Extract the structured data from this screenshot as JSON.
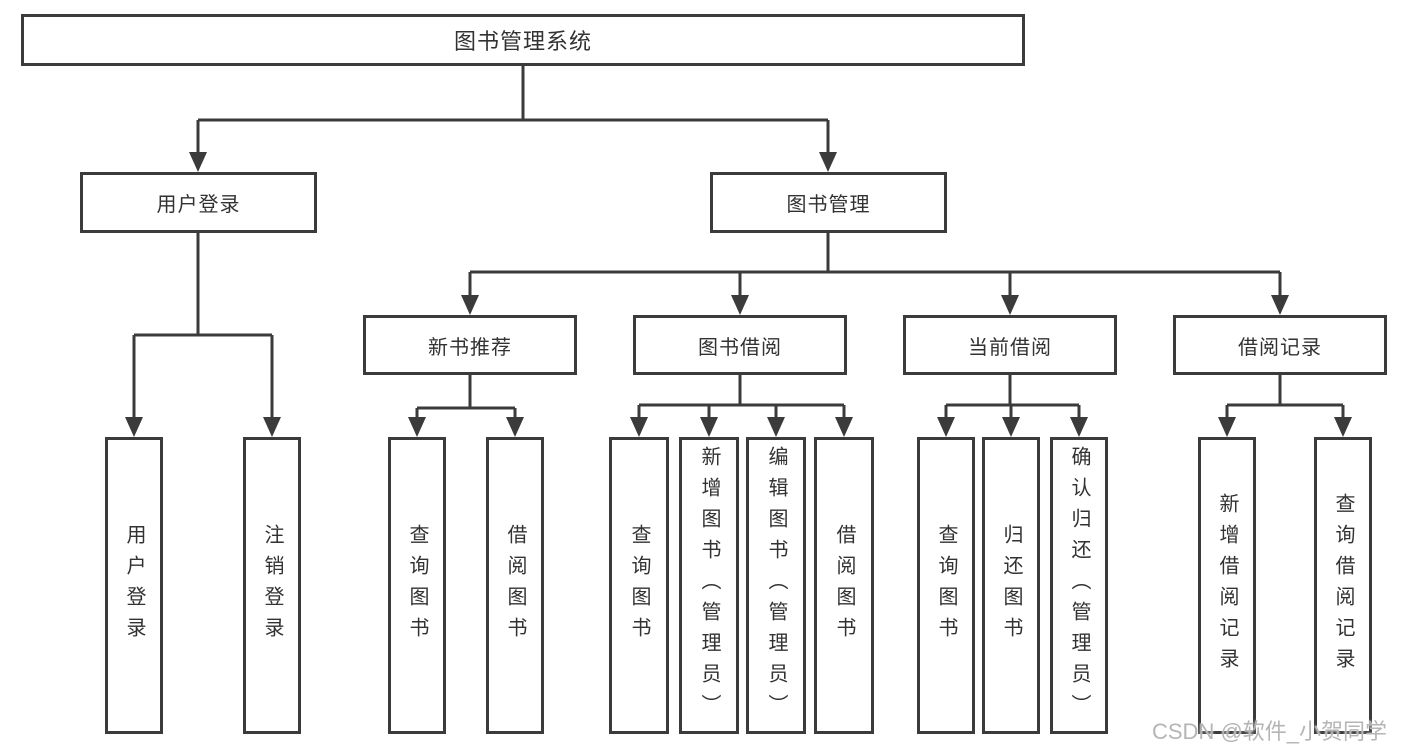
{
  "root": {
    "label": "图书管理系统"
  },
  "branches": [
    {
      "label": "用户登录",
      "children": [
        {
          "label": "用户登录"
        },
        {
          "label": "注销登录"
        }
      ]
    },
    {
      "label": "图书管理",
      "sections": [
        {
          "label": "新书推荐",
          "children": [
            {
              "label": "查询图书"
            },
            {
              "label": "借阅图书"
            }
          ]
        },
        {
          "label": "图书借阅",
          "children": [
            {
              "label": "查询图书"
            },
            {
              "label": "新增图书（管理员）"
            },
            {
              "label": "编辑图书（管理员）"
            },
            {
              "label": "借阅图书"
            }
          ]
        },
        {
          "label": "当前借阅",
          "children": [
            {
              "label": "查询图书"
            },
            {
              "label": "归还图书"
            },
            {
              "label": "确认归还（管理员）"
            }
          ]
        },
        {
          "label": "借阅记录",
          "children": [
            {
              "label": "新增借阅记录"
            },
            {
              "label": "查询借阅记录"
            }
          ]
        }
      ]
    }
  ],
  "watermark": {
    "text": "CSDN @软件_小贺同学"
  },
  "colors": {
    "line": "#3b3b3b",
    "text": "#323232",
    "watermark": "#b5b5b5",
    "background": "#ffffff"
  }
}
